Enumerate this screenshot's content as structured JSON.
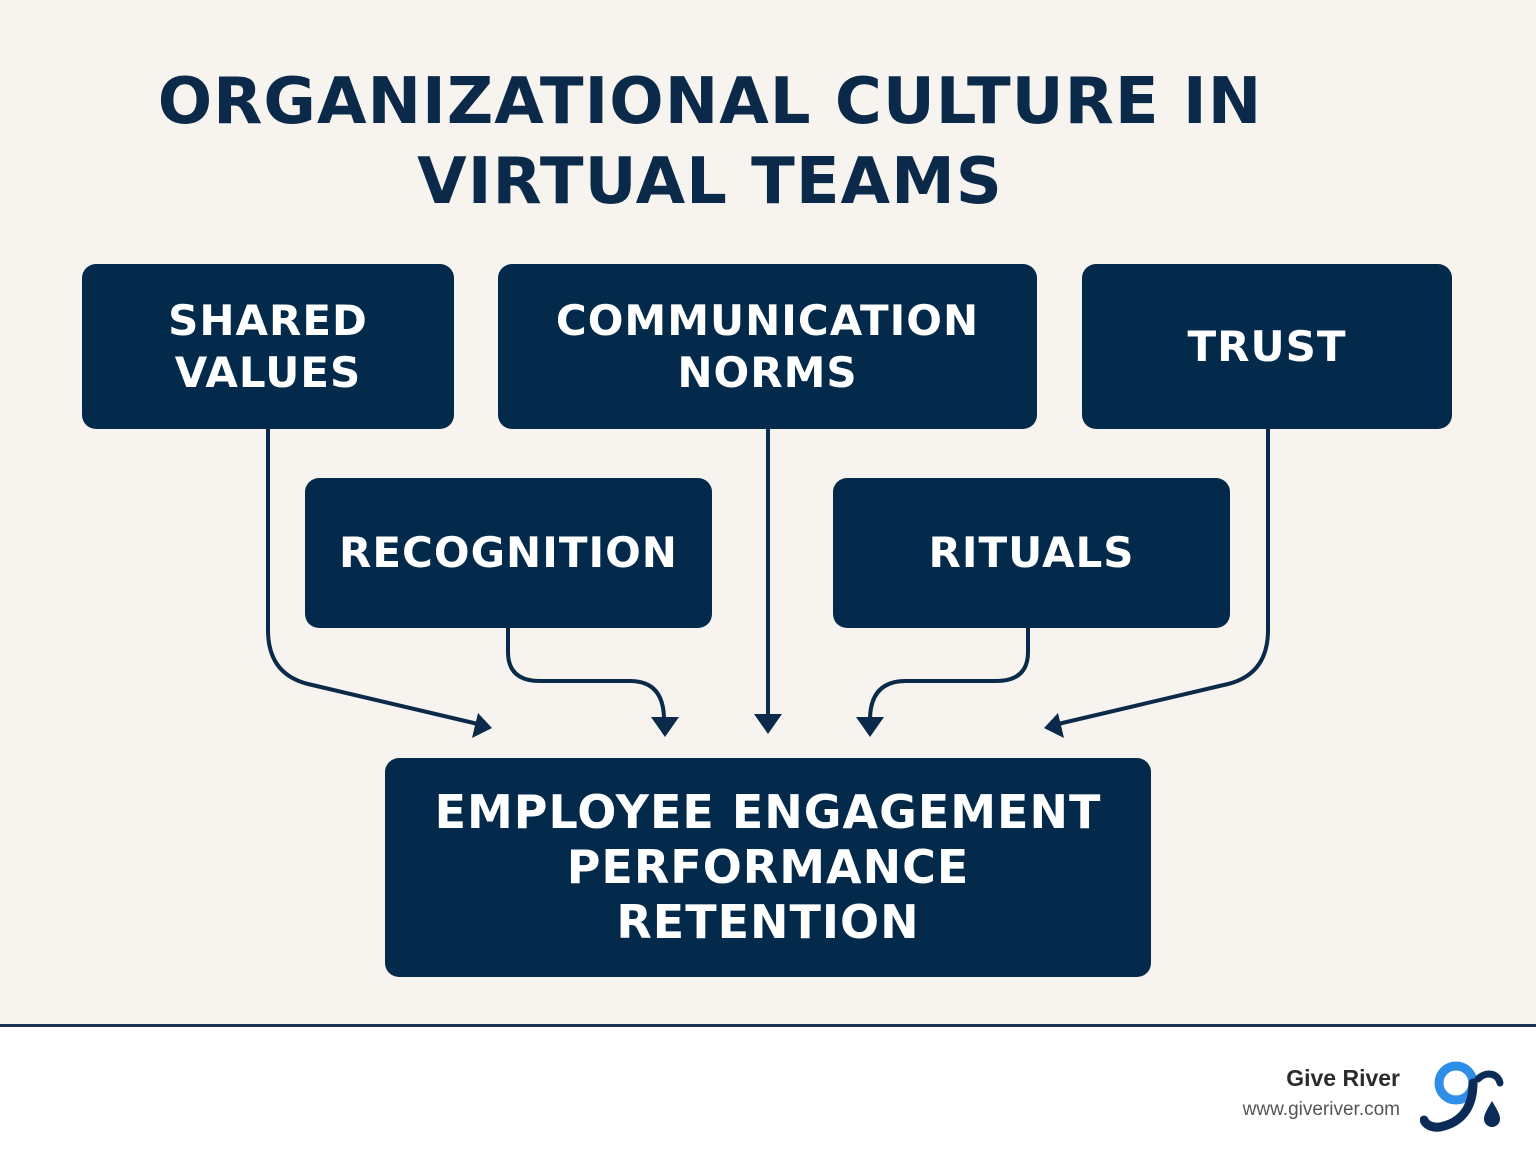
{
  "title": {
    "line1": "ORGANIZATIONAL CULTURE IN",
    "line2": "VIRTUAL TEAMS"
  },
  "nodes": {
    "shared_values": {
      "line1": "SHARED",
      "line2": "VALUES"
    },
    "communication_norms": {
      "line1": "COMMUNICATION",
      "line2": "NORMS"
    },
    "trust": {
      "label": "TRUST"
    },
    "recognition": {
      "label": "RECOGNITION"
    },
    "rituals": {
      "label": "RITUALS"
    },
    "outcome": {
      "line1": "EMPLOYEE ENGAGEMENT",
      "line2": "PERFORMANCE",
      "line3": "RETENTION"
    }
  },
  "edges": [
    {
      "from": "SHARED VALUES",
      "to": "EMPLOYEE ENGAGEMENT PERFORMANCE RETENTION"
    },
    {
      "from": "RECOGNITION",
      "to": "EMPLOYEE ENGAGEMENT PERFORMANCE RETENTION"
    },
    {
      "from": "COMMUNICATION NORMS",
      "to": "EMPLOYEE ENGAGEMENT PERFORMANCE RETENTION"
    },
    {
      "from": "RITUALS",
      "to": "EMPLOYEE ENGAGEMENT PERFORMANCE RETENTION"
    },
    {
      "from": "TRUST",
      "to": "EMPLOYEE ENGAGEMENT PERFORMANCE RETENTION"
    }
  ],
  "footer": {
    "brand_name": "Give River",
    "brand_url": "www.giveriver.com",
    "logo_icon": "give-river-logo-icon"
  },
  "colors": {
    "background": "#f7f3ee",
    "box_fill": "#032a4b",
    "title_text": "#0b2a4a",
    "box_text": "#ffffff",
    "logo_blue": "#2f8fe8",
    "logo_navy": "#0a2c57"
  }
}
